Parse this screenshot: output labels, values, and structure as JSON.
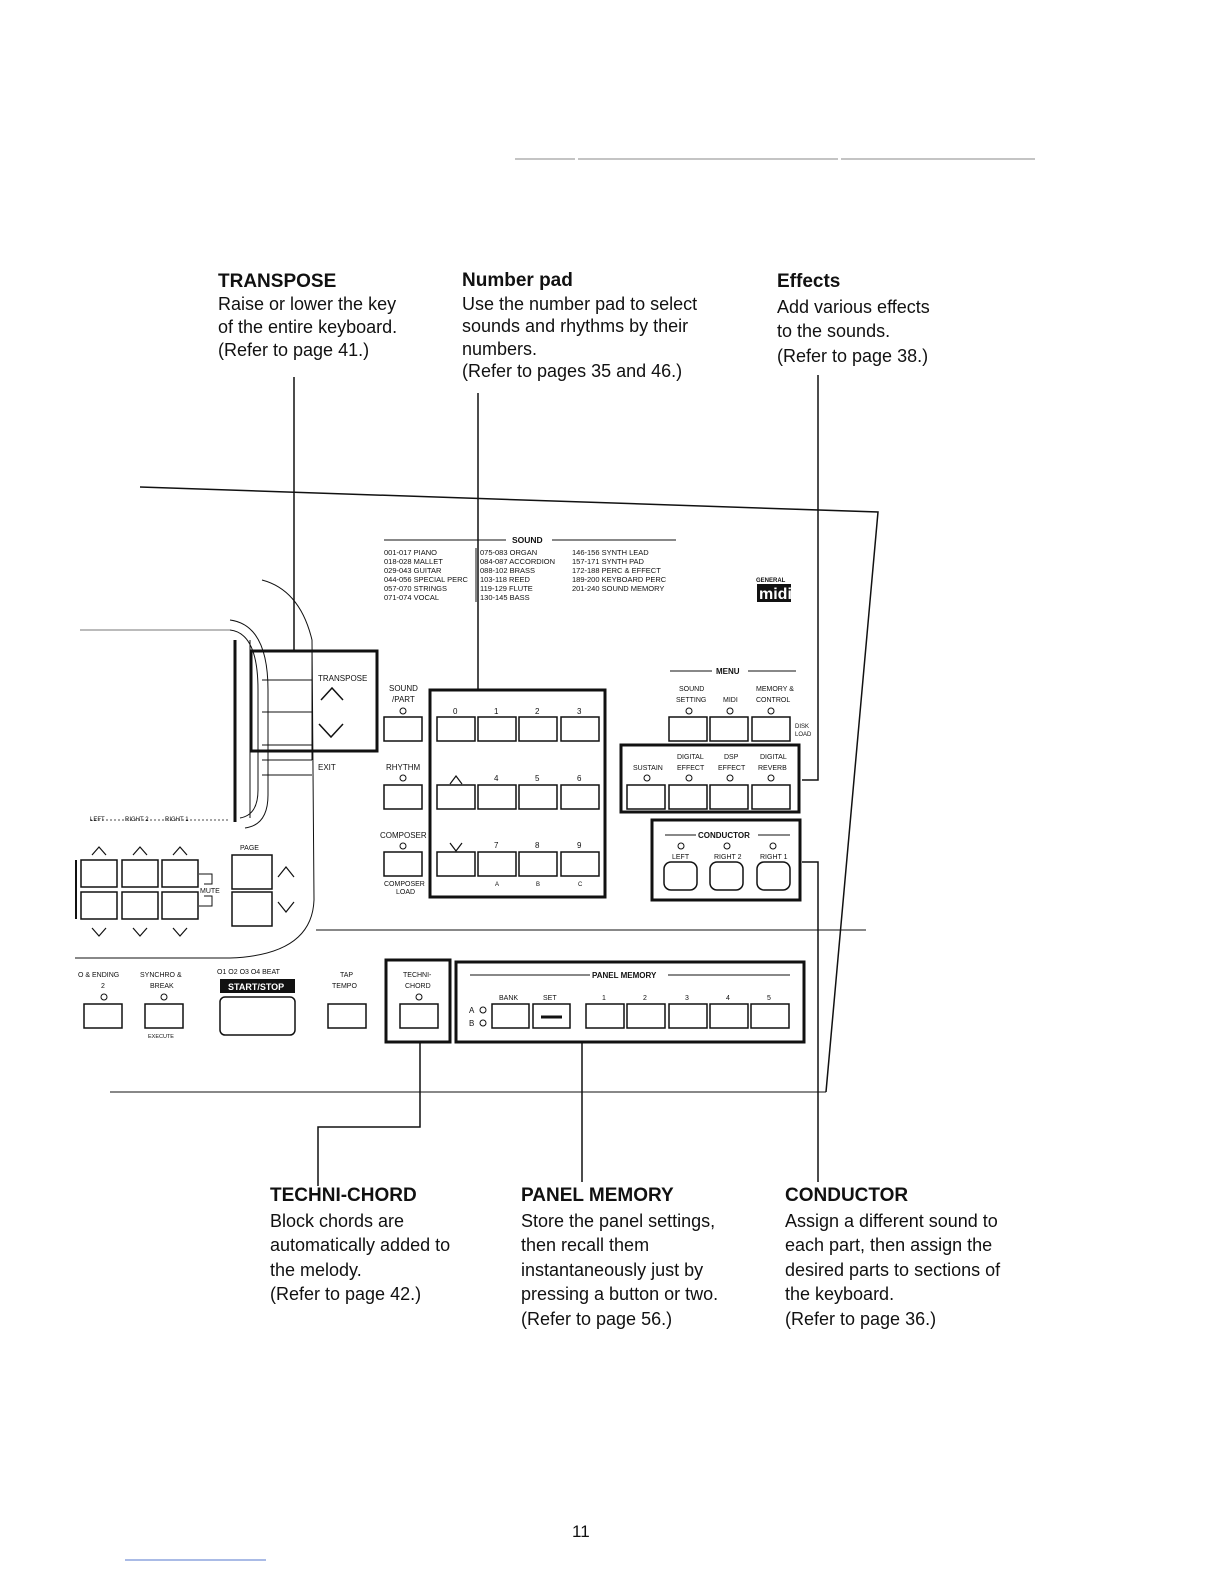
{
  "callouts": {
    "transpose": {
      "title": "TRANSPOSE",
      "lines": [
        "Raise or lower the key",
        "of the entire keyboard.",
        "(Refer to page 41.)"
      ]
    },
    "numberpad": {
      "title": "Number pad",
      "lines": [
        "Use the number pad to select",
        "sounds and rhythms by their",
        "numbers.",
        "(Refer to pages 35 and 46.)"
      ]
    },
    "effects": {
      "title": "Effects",
      "lines": [
        "Add various effects",
        "to the sounds.",
        "(Refer to page 38.)"
      ]
    },
    "technichord": {
      "title": "TECHNI-CHORD",
      "lines": [
        "Block chords are",
        "automatically added to",
        "the melody.",
        "(Refer to page 42.)"
      ]
    },
    "panelmemory": {
      "title": "PANEL MEMORY",
      "lines": [
        "Store the panel settings,",
        "then recall them",
        "instantaneously just by",
        "pressing a button or two.",
        "(Refer to page 56.)"
      ]
    },
    "conductor": {
      "title": "CONDUCTOR",
      "lines": [
        "Assign a different sound to",
        "each part, then assign the",
        "desired parts to sections of",
        "the keyboard.",
        "(Refer to page 36.)"
      ]
    }
  },
  "panel": {
    "sound_header": "SOUND",
    "sound_col1": [
      "001-017 PIANO",
      "018-028 MALLET",
      "029-043 GUITAR",
      "044-056 SPECIAL PERC",
      "057-070 STRINGS",
      "071-074 VOCAL"
    ],
    "sound_col2": [
      "075-083 ORGAN",
      "084-087 ACCORDION",
      "088-102 BRASS",
      "103-118 REED",
      "119-129 FLUTE",
      "130-145 BASS"
    ],
    "sound_col3": [
      "146-156 SYNTH LEAD",
      "157-171 SYNTH PAD",
      "172-188 PERC & EFFECT",
      "189-200 KEYBOARD PERC",
      "201-240 SOUND MEMORY"
    ],
    "gm_top": "GENERAL",
    "gm_logo": "midi",
    "transpose_label": "TRANSPOSE",
    "exit_label": "EXIT",
    "sound_part": [
      "SOUND",
      "/PART"
    ],
    "rhythm": "RHYTHM",
    "composer": "COMPOSER",
    "composer_load": [
      "COMPOSER",
      "LOAD"
    ],
    "numpad_row1": [
      "0",
      "1",
      "2",
      "3"
    ],
    "numpad_row2": [
      "4",
      "5",
      "6"
    ],
    "numpad_row3": [
      "7",
      "8",
      "9"
    ],
    "numpad_letters": [
      "A",
      "B",
      "C"
    ],
    "menu_header": "MENU",
    "menu_items": [
      [
        "SOUND",
        "SETTING"
      ],
      [
        "MIDI"
      ],
      [
        "MEMORY &",
        "CONTROL"
      ]
    ],
    "disk_load": [
      "DISK",
      "LOAD"
    ],
    "effect_items": [
      [
        "",
        "SUSTAIN"
      ],
      [
        "DIGITAL",
        "EFFECT"
      ],
      [
        "DSP",
        "EFFECT"
      ],
      [
        "DIGITAL",
        "REVERB"
      ]
    ],
    "conductor_header": "CONDUCTOR",
    "conductor_items": [
      "LEFT",
      "RIGHT 2",
      "RIGHT 1"
    ],
    "left_labels": [
      "LEFT",
      "RIGHT 2",
      "RIGHT 1"
    ],
    "page": "PAGE",
    "mute": "MUTE",
    "ending": [
      "O & ENDING",
      "2"
    ],
    "synchro": [
      "SYNCHRO &",
      "BREAK"
    ],
    "execute": "EXECUTE",
    "beats": "O1 O2 O3 O4 BEAT",
    "start_stop": "START/STOP",
    "tap_tempo": [
      "TAP",
      "TEMPO"
    ],
    "techni_chord": [
      "TECHNI-",
      "CHORD"
    ],
    "panel_memory": "PANEL MEMORY",
    "bank": "BANK",
    "set": "SET",
    "pm_numbers": [
      "1",
      "2",
      "3",
      "4",
      "5"
    ],
    "ab": [
      "A",
      "B"
    ]
  },
  "page_number": "11"
}
